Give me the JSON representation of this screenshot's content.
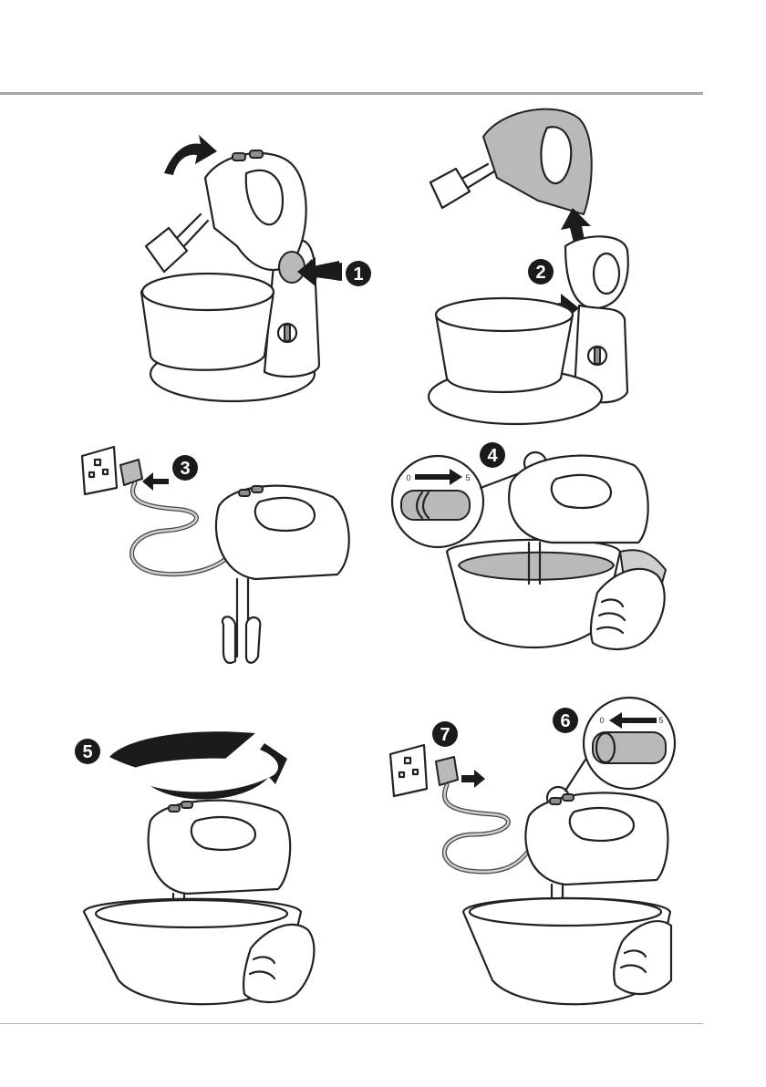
{
  "steps": [
    {
      "number": "1"
    },
    {
      "number": "2"
    },
    {
      "number": "3"
    },
    {
      "number": "4",
      "speed_min": "0",
      "speed_max": "5"
    },
    {
      "number": "5"
    },
    {
      "number": "6",
      "speed_min": "0",
      "speed_max": "5"
    },
    {
      "number": "7"
    }
  ],
  "colors": {
    "rule": "#a7a7a7",
    "ink": "#1b1b1b",
    "shade": "#b9b9b9"
  }
}
